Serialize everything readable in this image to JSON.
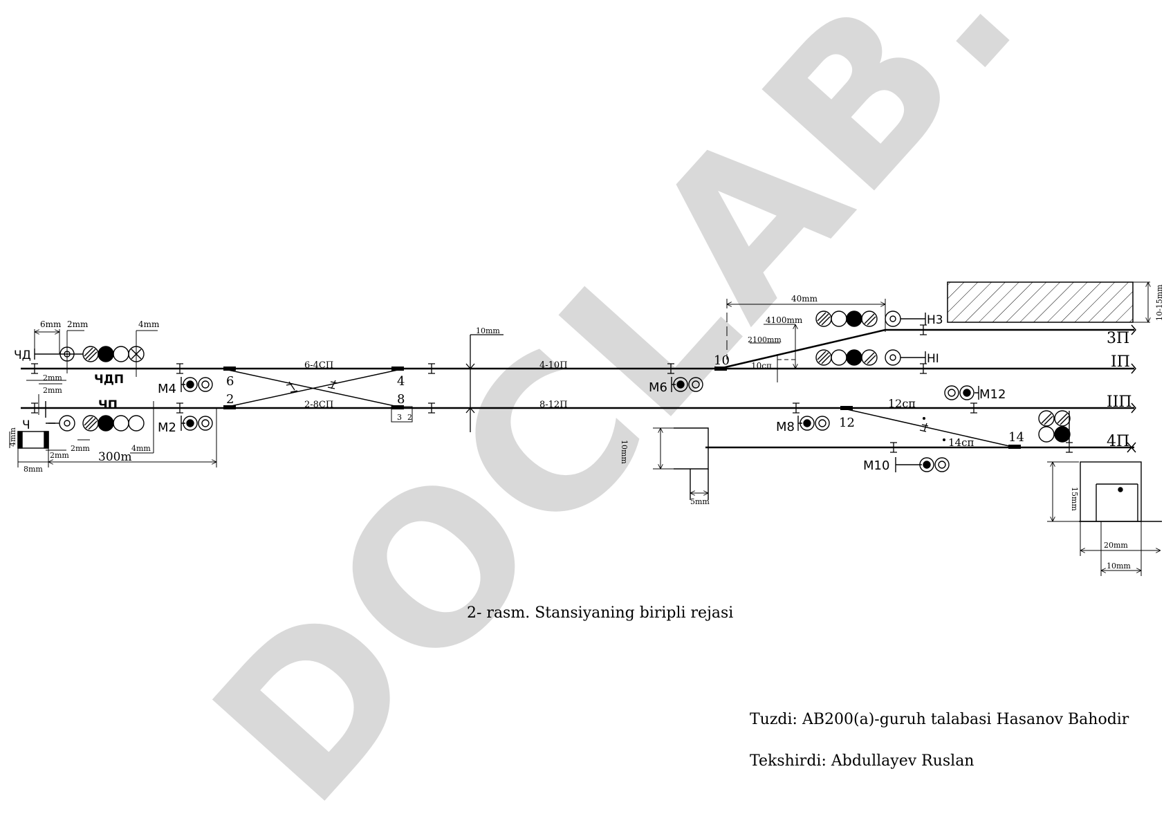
{
  "watermark": "DOCLAB.UZ",
  "caption": "2- rasm. Stansiyaning biripli rejasi",
  "footer": {
    "author": "Tuzdi: AB200(a)-guruh talabasi Hasanov Bahodir",
    "checker": "Tekshirdi: Abdullayev Ruslan"
  },
  "tracks": {
    "t3": "3П",
    "t1": "IП",
    "t2": "IIП",
    "t4": "4П"
  },
  "signals": {
    "chd": "ЧД",
    "chdp": "ЧДП",
    "ch": "Ч",
    "chp": "ЧП",
    "m4": "М4",
    "m2": "М2",
    "m6": "М6",
    "m8": "М8",
    "m10": "М10",
    "m12": "М12",
    "n3": "Н3",
    "n1": "НI"
  },
  "switches": {
    "s6": "6",
    "s2": "2",
    "s4": "4",
    "s8": "8",
    "s10": "10",
    "s12": "12",
    "s14": "14"
  },
  "sections": {
    "sp64": "6-4СП",
    "sp28": "2-8СП",
    "p410": "4-10П",
    "p812": "8-12П",
    "sp10": "10сп",
    "sp12": "12сп",
    "sp14": "14сп"
  },
  "dimensions": {
    "d6mm": "6mm",
    "d2mm_a": "2mm",
    "d4mm_a": "4mm",
    "d2mm_b": "2mm",
    "d2mm_c": "2mm",
    "d4mm_b": "4mm",
    "d8mm": "8mm",
    "d2mm_d": "2mm",
    "d2mm_e": "2mm",
    "d4mm_c": "4mm",
    "d300m": "300m",
    "d10mm_a": "10mm",
    "d40mm": "40mm",
    "d4100mm": "4100mm",
    "d2100mm": "2100mm",
    "d1015mm": "10-15mm",
    "d10mm_b": "10mm",
    "d5mm": "5mm",
    "d15mm": "15mm",
    "d20mm": "20mm",
    "d10mm_c": "10mm",
    "d32": "3",
    "d32b": "2"
  }
}
